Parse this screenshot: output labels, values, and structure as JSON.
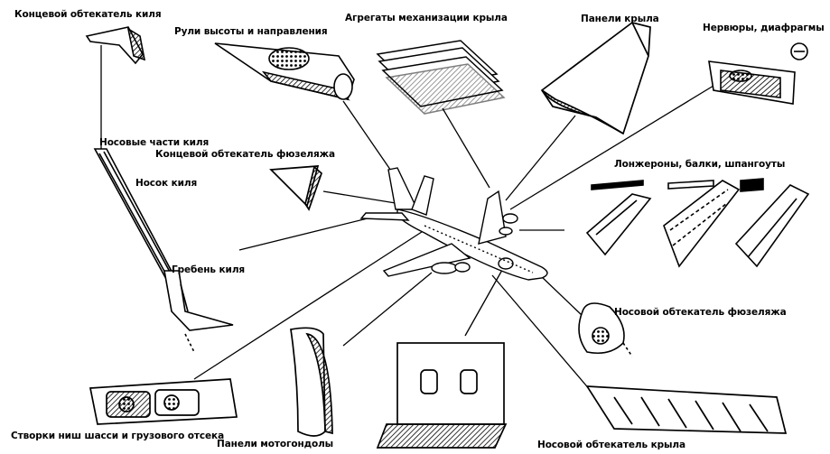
{
  "labels": {
    "fin_tip_fairing": "Концевой обтекатель киля",
    "rudders_elevators": "Рули высоты и направления",
    "wing_high_lift": "Агрегаты механизации крыла",
    "wing_panels": "Панели крыла",
    "ribs_diaphragms": "Нервюры, диафрагмы",
    "fin_nose_parts": "Носовые части киля",
    "fuselage_tail_fairing": "Концевой обтекатель фюзеляжа",
    "fin_leading_edge": "Носок киля",
    "spars_beams": "Лонжероны, балки, шпангоуты",
    "fin_ridge": "Гребень киля",
    "fuselage_nose_fairing": "Носовой обтекатель фюзеляжа",
    "gear_cargo_doors": "Створки ниш шасси и грузового отсека",
    "nacelle_panels": "Панели мотогондолы",
    "wing_nose_fairing": "Носовой обтекатель крыла"
  },
  "colors": {
    "ink": "#000000",
    "paper": "#ffffff",
    "shade": "#444444"
  }
}
